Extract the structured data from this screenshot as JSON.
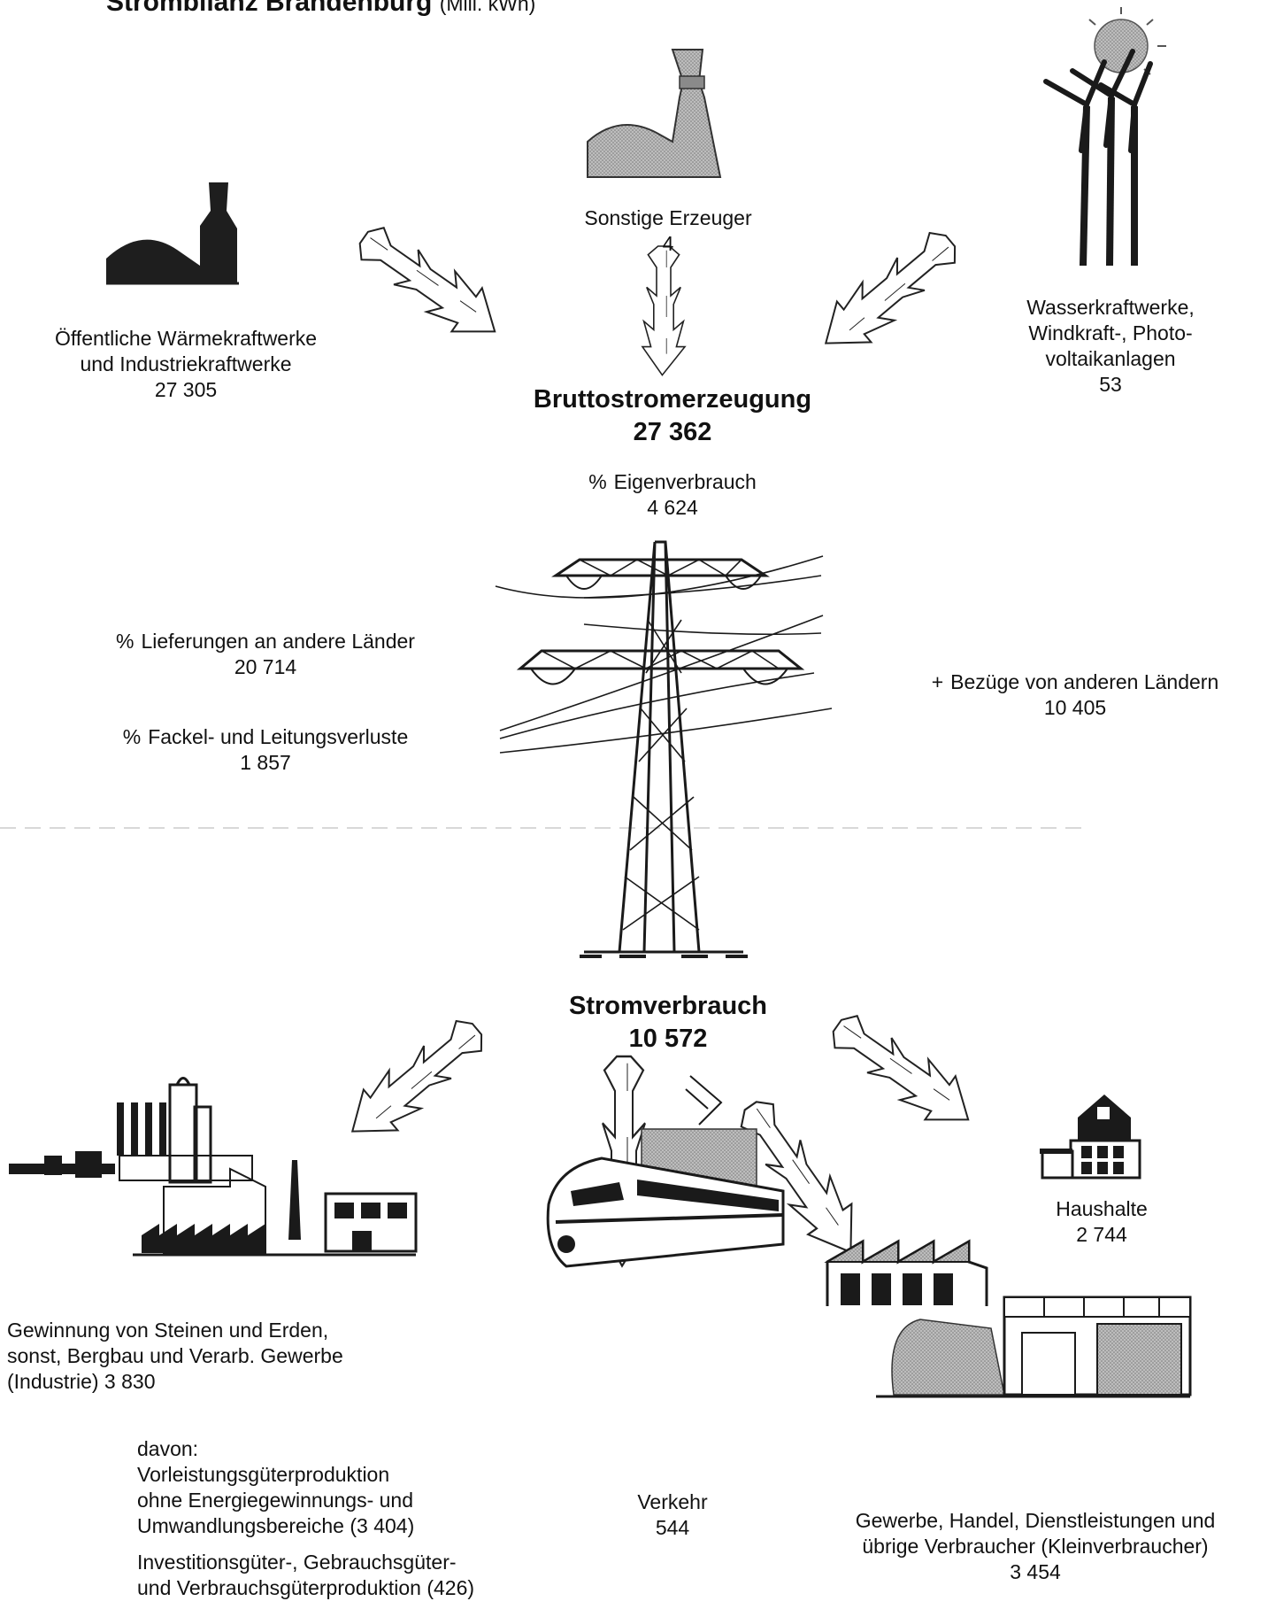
{
  "title": {
    "main": "Strombilanz Brandenburg",
    "unit": "(Mill. kWh)"
  },
  "sources": {
    "thermal": {
      "label_1": "Öffentliche Wärmekraftwerke",
      "label_2": "und Industriekraftwerke",
      "value": "27 305"
    },
    "other": {
      "label": "Sonstige Erzeuger",
      "value": "4"
    },
    "renewable": {
      "label_1": "Wasserkraftwerke,",
      "label_2": "Windkraft-, Photo-",
      "label_3": "voltaikanlagen",
      "value": "53"
    }
  },
  "gross_generation": {
    "label": "Bruttostromerzeugung",
    "value": "27 362"
  },
  "own_consumption": {
    "sign": "%",
    "label": "Eigenverbrauch",
    "value": "4 624"
  },
  "deliveries": {
    "sign": "%",
    "label": "Lieferungen an andere Länder",
    "value": "20 714"
  },
  "losses": {
    "sign": "%",
    "label": "Fackel- und Leitungsverluste",
    "value": "1 857"
  },
  "imports": {
    "sign": "+",
    "label": "Bezüge von anderen Ländern",
    "value": "10 405"
  },
  "consumption": {
    "label": "Stromverbrauch",
    "value": "10 572"
  },
  "industry": {
    "line_1": "Gewinnung von Steinen und Erden,",
    "line_2": "sonst, Bergbau und Verarb. Gewerbe",
    "line_3": "(Industrie) 3 830",
    "davon": "davon:",
    "sub1_line_1": "Vorleistungsgüterproduktion",
    "sub1_line_2": "ohne Energiegewinnungs- und",
    "sub1_line_3": "Umwandlungsbereiche (3 404)",
    "sub2_line_1": "Investitionsgüter-, Gebrauchsgüter-",
    "sub2_line_2": "und Verbrauchsgüterproduktion (426)"
  },
  "transport": {
    "label": "Verkehr",
    "value": "544"
  },
  "commerce": {
    "line_1": "Gewerbe, Handel, Dienstleistungen und",
    "line_2": "übrige Verbraucher (Kleinverbraucher)",
    "value": "3 454"
  },
  "households": {
    "label": "Haushalte",
    "value": "2 744"
  },
  "icons": {
    "thermal": "power-plant-icon",
    "other": "cooling-tower-icon",
    "renewable": "wind-turbine-sun-icon",
    "pylon": "power-pylon-icon",
    "industry": "factory-icon",
    "transport": "train-icon",
    "commerce": "commercial-buildings-icon",
    "households": "house-icon",
    "arrow": "zigzag-arrow-icon"
  },
  "colors": {
    "ink": "#111111",
    "fill_dark": "#1e1e1e",
    "fill_gray": "#9a9a9a",
    "paper": "#ffffff"
  }
}
